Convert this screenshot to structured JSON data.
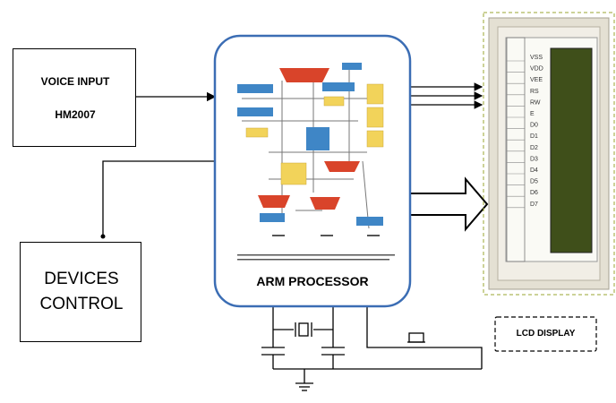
{
  "voice_input": {
    "line1": "VOICE INPUT",
    "line2": "HM2007"
  },
  "devices_control": {
    "line1": "DEVICES",
    "line2": "CONTROL"
  },
  "processor": {
    "label": "ARM PROCESSOR"
  },
  "lcd": {
    "label": "LCD DISPLAY",
    "pins": [
      "VSS",
      "VDD",
      "VEE",
      "RS",
      "RW",
      "E",
      "D0",
      "D1",
      "D2",
      "D3",
      "D4",
      "D5",
      "D6",
      "D7"
    ],
    "screen_color": "#3f4f1a"
  },
  "colors": {
    "processor_border": "#3b6db4",
    "block_blue": "#3f86c6",
    "block_red": "#d9442a",
    "block_yellow": "#f2d35a",
    "lcd_dash": "#9aa531"
  }
}
